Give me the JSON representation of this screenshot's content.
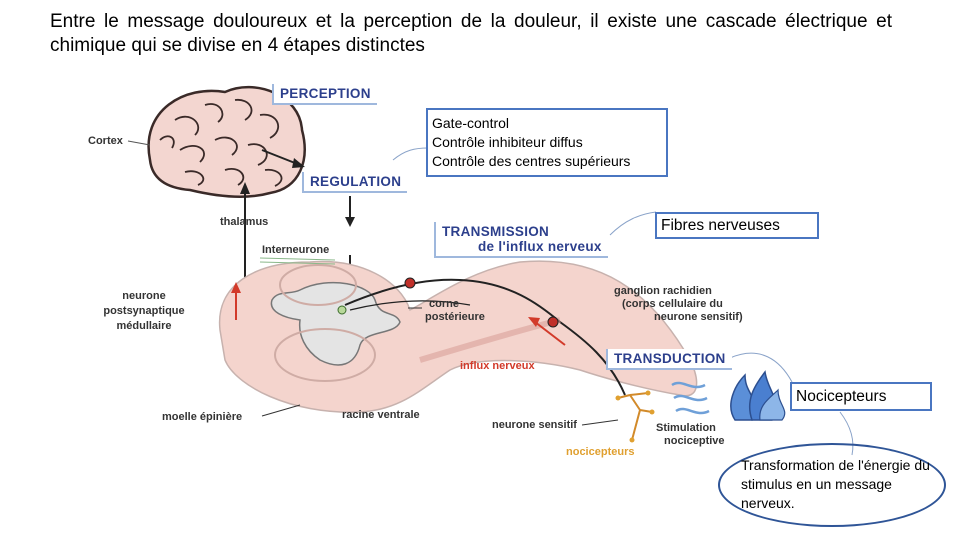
{
  "title": "Entre le message douloureux et la perception de la douleur, il existe une cascade électrique et chimique qui se divise en 4 étapes distinctes",
  "stages": {
    "perception": "PERCEPTION",
    "regulation": "REGULATION",
    "transmission_1": "TRANSMISSION",
    "transmission_2": "de l'influx nerveux",
    "transduction": "TRANSDUCTION"
  },
  "labels": {
    "cortex": "Cortex",
    "thalamus": "thalamus",
    "interneurone": "Interneurone",
    "neurone_1": "neurone",
    "neurone_2": "postsynaptique",
    "neurone_3": "médullaire",
    "corne_1": "corne",
    "corne_2": "postérieure",
    "ganglion_1": "ganglion rachidien",
    "ganglion_2": "(corps cellulaire du",
    "ganglion_3": "neurone sensitif)",
    "influx": "influx nerveux",
    "moelle": "moelle épinière",
    "racine": "racine ventrale",
    "neurone_sensitif": "neurone sensitif",
    "nocicepteurs_small": "nocicepteurs",
    "stimulation_1": "Stimulation",
    "stimulation_2": "nociceptive"
  },
  "callouts": {
    "regulation_lines": [
      "Gate-control",
      "Contrôle inhibiteur diffus",
      "Contrôle des centres supérieurs"
    ],
    "transmission": "Fibres nerveuses",
    "transduction": "Nocicepteurs",
    "transformation": "Transformation de l'énergie du stimulus en un message nerveux."
  },
  "colors": {
    "brain": "#f3d6d0",
    "spinal_cord": "#f4d4cd",
    "grey_matter": "#e4e4e4",
    "stage_text": "#2c3f8c",
    "callout_border": "#4a76c1",
    "flame": "#4a7fd0",
    "accent_red": "#d23a2a"
  }
}
